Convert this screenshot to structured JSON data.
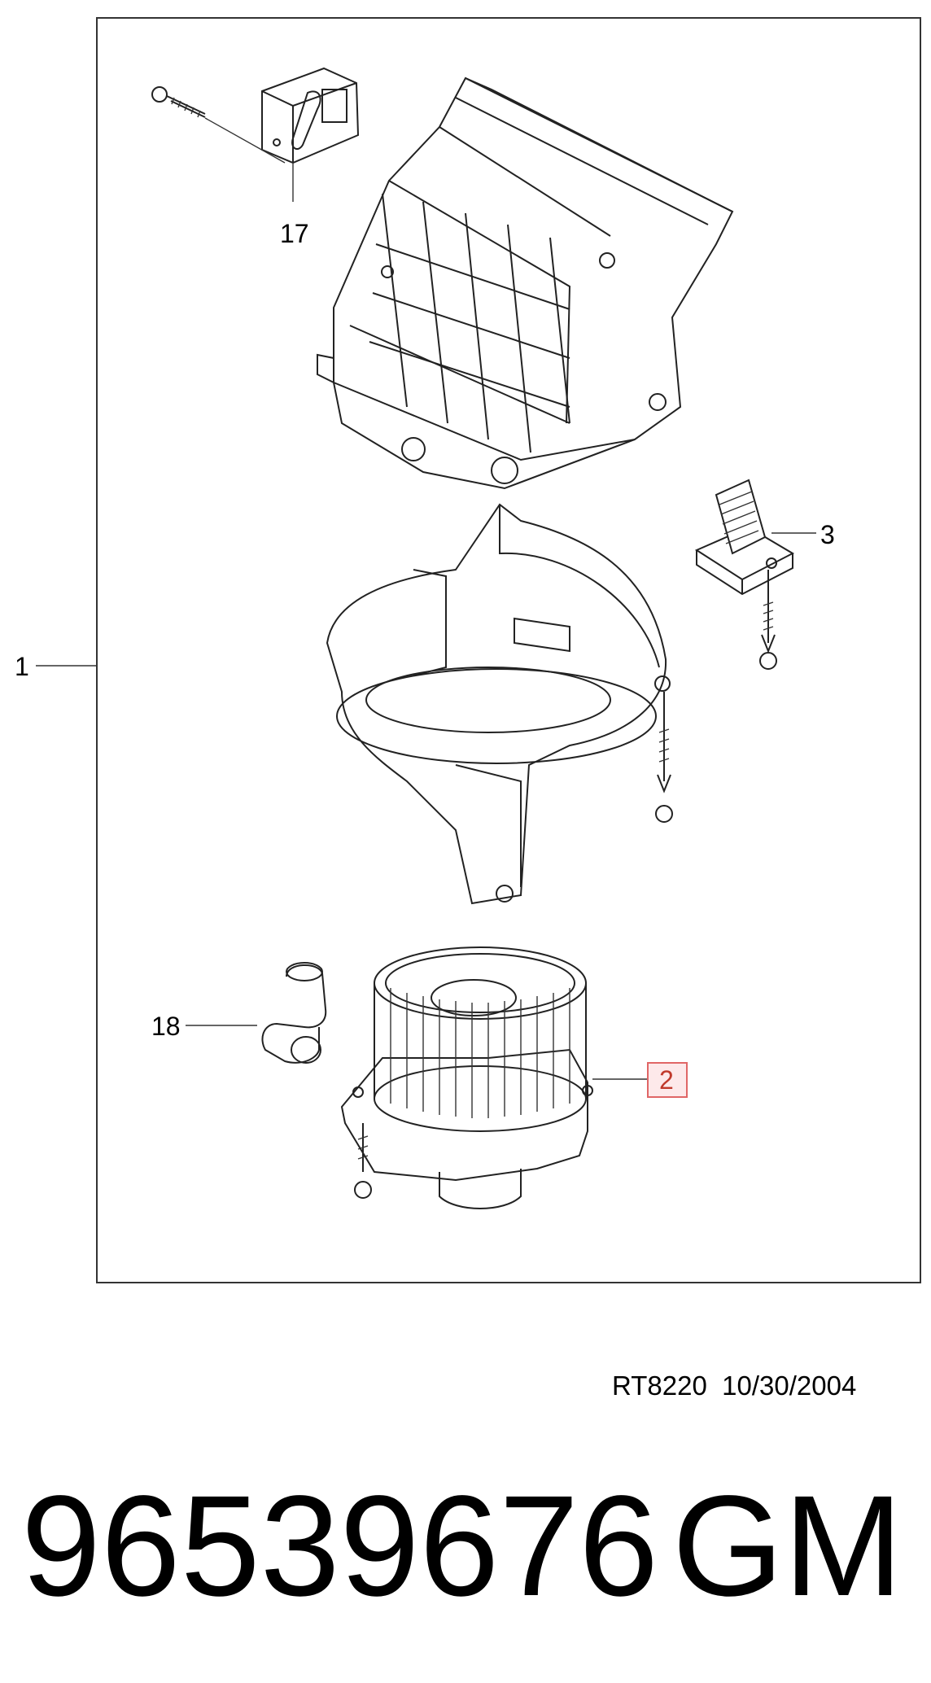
{
  "callouts": {
    "c1": "1",
    "c2": "2",
    "c3": "3",
    "c17": "17",
    "c18": "18"
  },
  "highlight_color": "#e06666",
  "footer": {
    "reference": "RT8220  10/30/2004",
    "part_number": "96539676",
    "brand": "GM"
  }
}
